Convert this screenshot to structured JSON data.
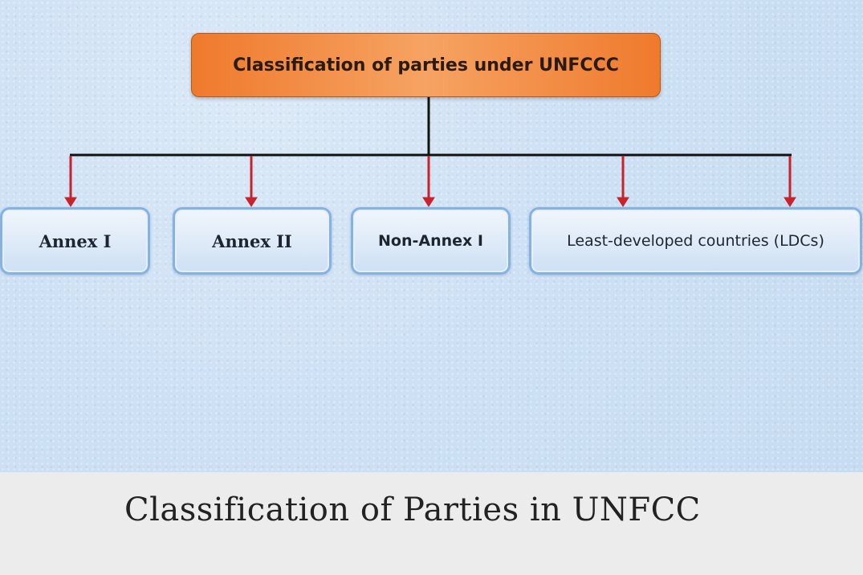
{
  "diagram": {
    "root": "Classification of parties under UNFCCC",
    "children": [
      "Annex I",
      "Annex II",
      "Non-Annex I",
      "Least-developed countries (LDCs)"
    ],
    "colors": {
      "root": "#ef7a2c",
      "node_border": "#86b2e2",
      "arrow": "#c8232b",
      "connector": "#111111"
    }
  },
  "caption": "Classification of Parties in UNFCC"
}
